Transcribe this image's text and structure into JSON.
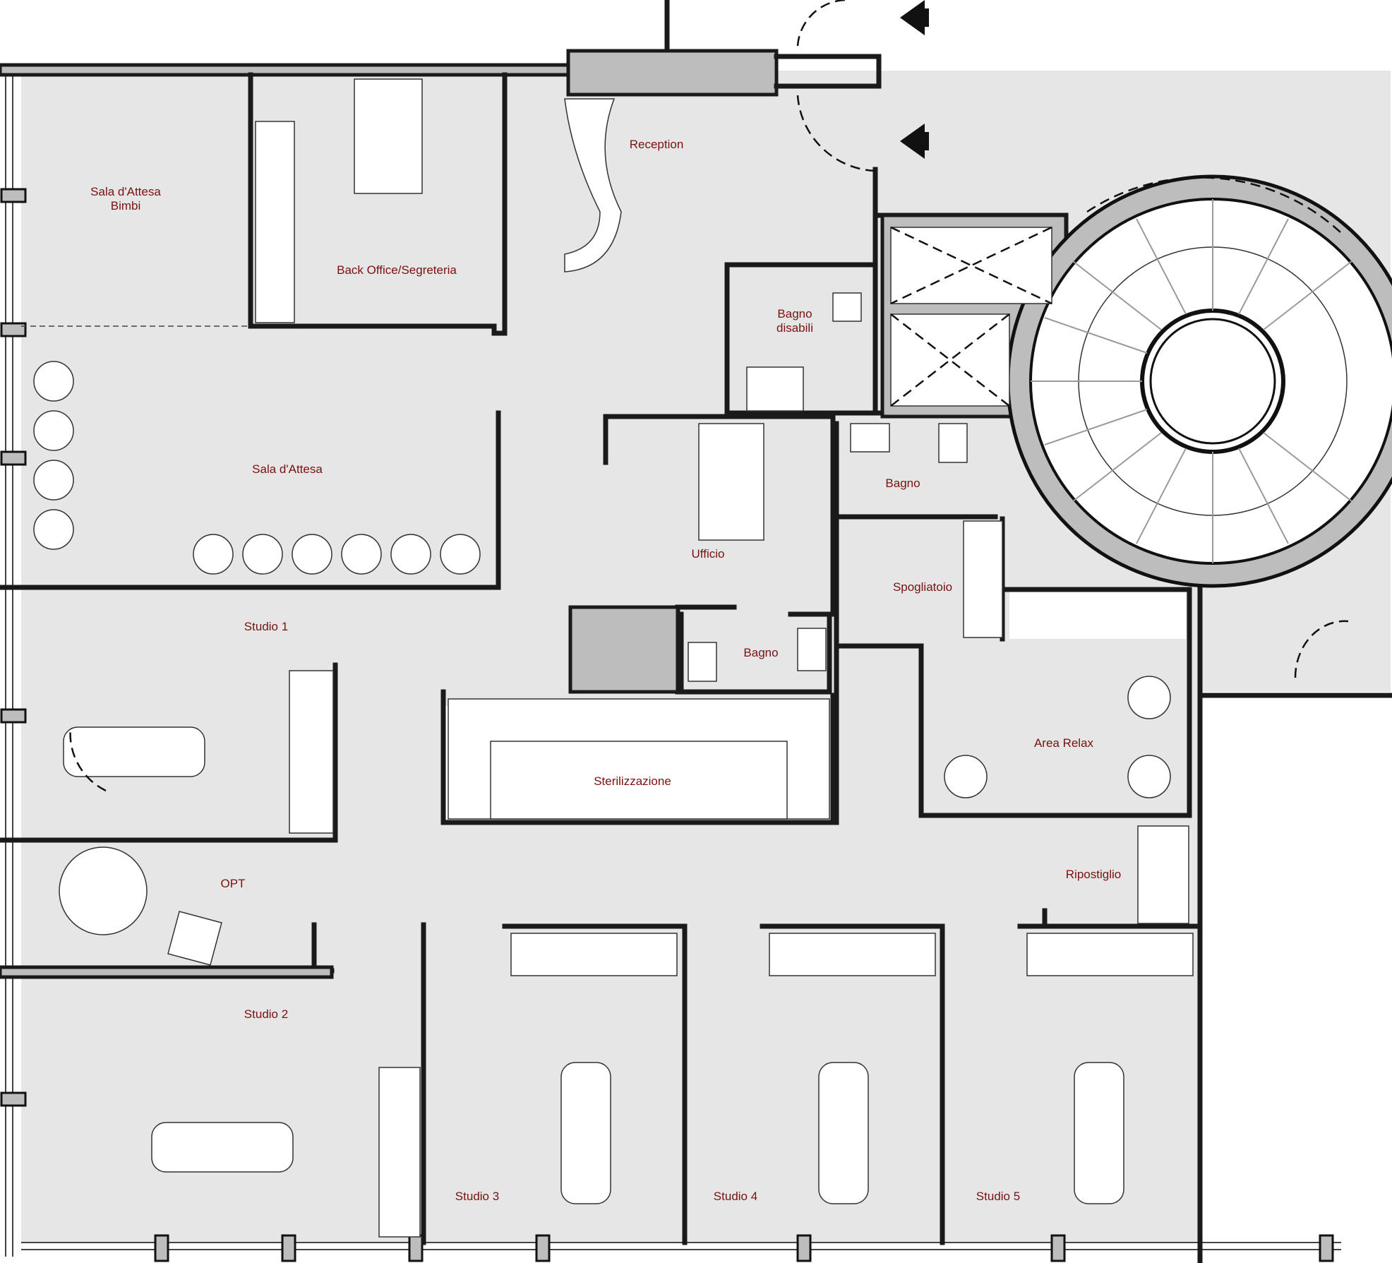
{
  "plan": {
    "rooms": {
      "sala_attesa_bimbi": "Sala d'Attesa\nBimbi",
      "back_office": "Back Office/Segreteria",
      "reception": "Reception",
      "bagno_disabili": "Bagno\ndisabili",
      "sala_attesa": "Sala d'Attesa",
      "ufficio": "Ufficio",
      "bagno_1": "Bagno",
      "bagno_2": "Bagno",
      "spogliatoio": "Spogliatoio",
      "studio_1": "Studio 1",
      "sterilizzazione": "Sterilizzazione",
      "area_relax": "Area Relax",
      "opt": "OPT",
      "ripostiglio": "Ripostiglio",
      "studio_2": "Studio 2",
      "studio_3": "Studio 3",
      "studio_4": "Studio 4",
      "studio_5": "Studio 5"
    },
    "colors": {
      "label": "#7a1010",
      "wall_fill": "#bdbdbd",
      "floor": "#e6e6e6",
      "line": "#1a1a1a"
    }
  }
}
